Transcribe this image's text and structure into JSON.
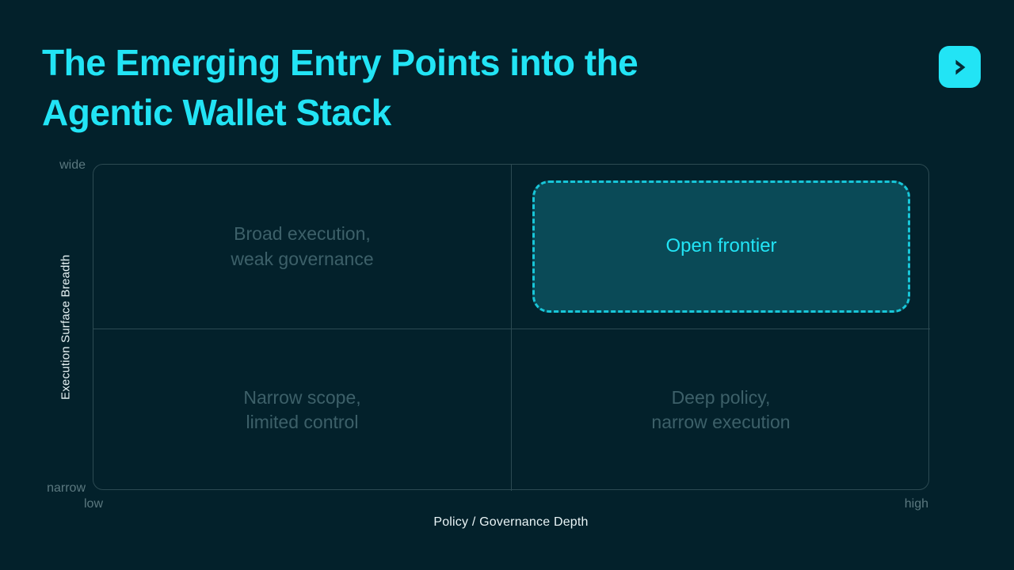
{
  "header": {
    "title": "The Emerging Entry Points into the Agentic Wallet Stack",
    "logo_icon": "chevron-right-icon",
    "accent_color": "#22e4f5",
    "background_color": "#03212b"
  },
  "chart_data": {
    "type": "scatter",
    "title": "The Emerging Entry Points into the Agentic Wallet Stack",
    "xlabel": "Policy / Governance Depth",
    "ylabel": "Execution Surface Breadth",
    "x_ticks": [
      "low",
      "high"
    ],
    "y_ticks": [
      "narrow",
      "wide"
    ],
    "grid": true,
    "legend": "none",
    "quadrants": [
      {
        "id": "top-left",
        "label": "Broad execution,\nweak governance",
        "x_band": "low",
        "y_band": "wide",
        "highlighted": false,
        "text_color": "#3d6069"
      },
      {
        "id": "top-right",
        "label": "Open frontier",
        "x_band": "high",
        "y_band": "wide",
        "highlighted": true,
        "text_color": "#22e4f5",
        "fill_color": "#0a4a57",
        "border_color": "#18c6d8",
        "border_style": "dashed"
      },
      {
        "id": "bottom-left",
        "label": "Narrow scope,\nlimited control",
        "x_band": "low",
        "y_band": "narrow",
        "highlighted": false,
        "text_color": "#3d6069"
      },
      {
        "id": "bottom-right",
        "label": "Deep policy,\nnarrow execution",
        "x_band": "high",
        "y_band": "narrow",
        "highlighted": false,
        "text_color": "#3d6069"
      }
    ]
  },
  "axes": {
    "y_title": "Execution Surface Breadth",
    "y_max_label": "wide",
    "y_min_label": "narrow",
    "x_title": "Policy / Governance Depth",
    "x_min_label": "low",
    "x_max_label": "high"
  }
}
